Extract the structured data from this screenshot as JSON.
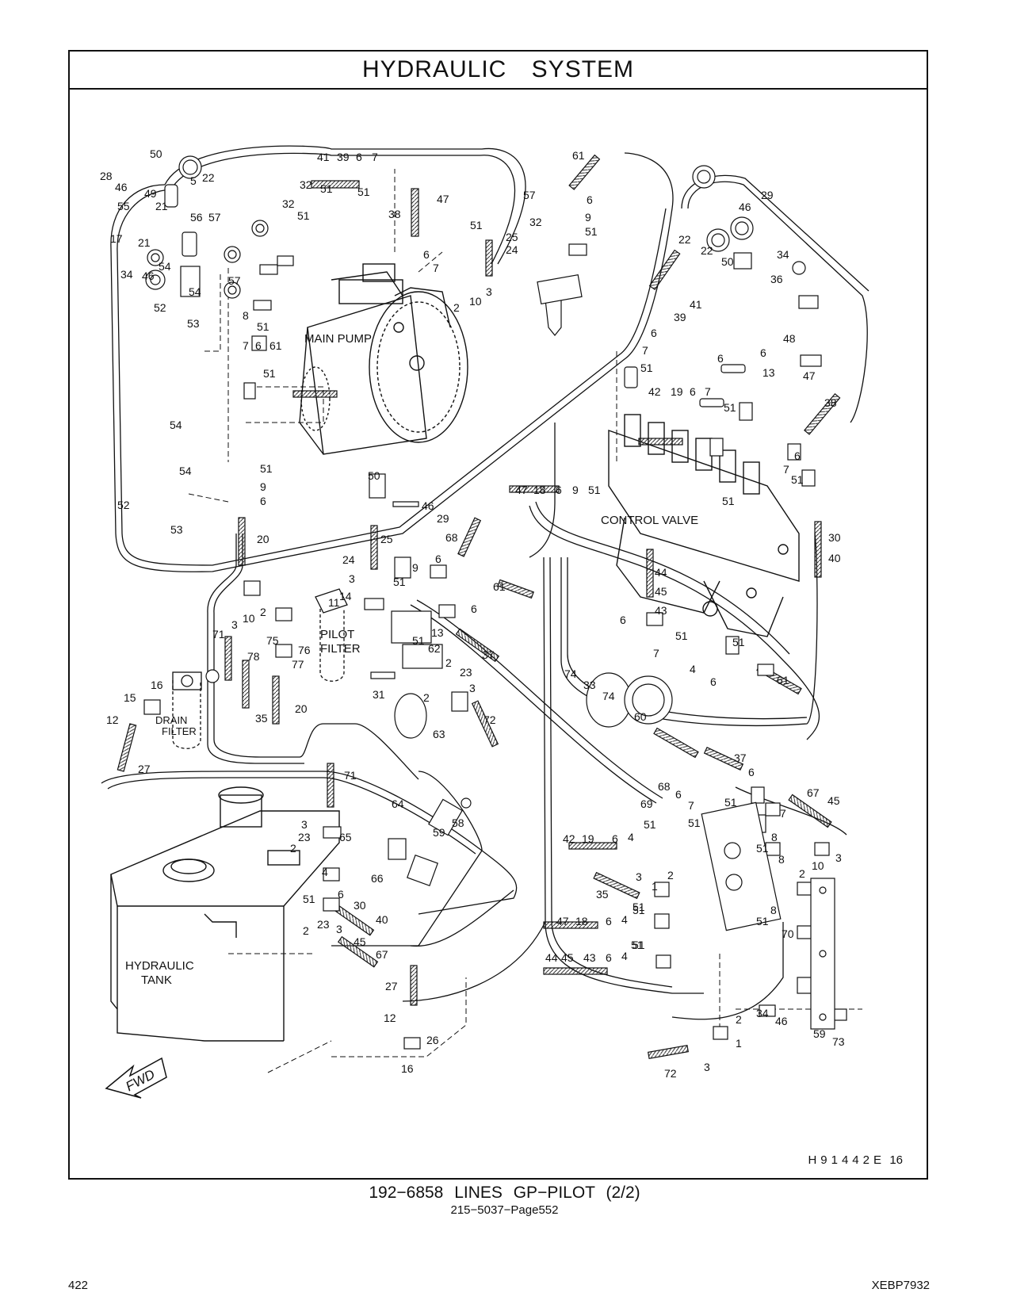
{
  "page": {
    "title": "HYDRAULIC   SYSTEM",
    "figure_code": "H91442E",
    "figure_number": "16",
    "caption_main": "192−6858   LINES  GP−PILOT (2/2)",
    "caption_sub": "215−5037−Page552",
    "page_number": "422",
    "document_code": "XEBP7932"
  },
  "components": {
    "main_pump": "MAIN PUMP",
    "control_valve": "CONTROL VALVE",
    "pilot_filter": [
      "PILOT",
      "FILTER"
    ],
    "drain_filter": [
      "DRAIN",
      "FILTER"
    ],
    "hydraulic_tank": [
      "HYDRAULIC",
      "TANK"
    ],
    "fwd_arrow": "FWD"
  },
  "callouts": {
    "c1": "50",
    "c2": "28",
    "c3": "46",
    "c4": "5",
    "c5": "22",
    "c6": "41",
    "c7": "39",
    "c8": "6",
    "c9": "7",
    "c10": "51",
    "c11": "47",
    "c12": "38",
    "c13": "61",
    "c14": "57",
    "c15": "6",
    "c16": "32",
    "c17": "9",
    "c18": "51",
    "c19": "29",
    "c20": "46",
    "c21": "22",
    "c22": "22",
    "c23": "50",
    "c24": "34",
    "c25": "36",
    "c26": "49",
    "c27": "55",
    "c28": "21",
    "c29": "17",
    "c30": "56",
    "c31": "57",
    "c32": "32",
    "c33": "51",
    "c34": "21",
    "c35": "34",
    "c36": "46",
    "c37": "54",
    "c38": "54",
    "c39": "57",
    "c40": "32",
    "c41": "51",
    "c42": "51",
    "c43": "25",
    "c44": "24",
    "c45": "6",
    "c46": "7",
    "c47": "3",
    "c48": "2",
    "c49": "10",
    "c50": "52",
    "c51": "53",
    "c52": "8",
    "c53": "51",
    "c54": "7",
    "c55": "6",
    "c56": "61",
    "c57": "51",
    "c58": "41",
    "c59": "39",
    "c60": "6",
    "c61": "7",
    "c62": "51",
    "c63": "48",
    "c64": "6",
    "c65": "6",
    "c66": "13",
    "c67": "42",
    "c68": "19",
    "c69": "6",
    "c70": "7",
    "c71": "51",
    "c72": "47",
    "c73": "38",
    "c74": "54",
    "c75": "54",
    "c76": "51",
    "c77": "9",
    "c78": "6",
    "c79": "52",
    "c80": "53",
    "c81": "20",
    "c82": "50",
    "c83": "46",
    "c84": "29",
    "c85": "47",
    "c86": "18",
    "c87": "6",
    "c88": "9",
    "c89": "51",
    "c90": "51",
    "c91": "6",
    "c92": "7",
    "c93": "51",
    "c94": "30",
    "c95": "40",
    "c96": "25",
    "c97": "24",
    "c98": "68",
    "c99": "3",
    "c100": "9",
    "c101": "6",
    "c102": "51",
    "c103": "61",
    "c104": "14",
    "c105": "11",
    "c106": "10",
    "c107": "2",
    "c108": "3",
    "c109": "71",
    "c110": "75",
    "c111": "51",
    "c112": "13",
    "c113": "6",
    "c114": "44",
    "c115": "45",
    "c116": "43",
    "c117": "6",
    "c118": "7",
    "c119": "51",
    "c120": "51",
    "c121": "78",
    "c122": "76",
    "c123": "77",
    "c124": "62",
    "c125": "2",
    "c126": "37",
    "c127": "23",
    "c128": "3",
    "c129": "74",
    "c130": "33",
    "c131": "74",
    "c132": "60",
    "c133": "4",
    "c134": "6",
    "c135": "61",
    "c136": "16",
    "c137": "15",
    "c138": "12",
    "c139": "35",
    "c140": "20",
    "c141": "31",
    "c142": "2",
    "c143": "72",
    "c144": "63",
    "c145": "27",
    "c146": "71",
    "c147": "37",
    "c148": "6",
    "c149": "68",
    "c150": "6",
    "c151": "69",
    "c152": "7",
    "c153": "51",
    "c154": "7",
    "c155": "67",
    "c156": "45",
    "c157": "64",
    "c158": "58",
    "c159": "59",
    "c160": "3",
    "c161": "65",
    "c162": "23",
    "c163": "2",
    "c164": "66",
    "c165": "51",
    "c166": "42",
    "c167": "19",
    "c168": "6",
    "c169": "4",
    "c170": "51",
    "c171": "8",
    "c172": "51",
    "c173": "8",
    "c174": "2",
    "c175": "10",
    "c176": "3",
    "c177": "4",
    "c178": "6",
    "c179": "51",
    "c180": "23",
    "c181": "30",
    "c182": "40",
    "c183": "2",
    "c184": "3",
    "c185": "45",
    "c186": "67",
    "c187": "35",
    "c188": "3",
    "c189": "1",
    "c190": "2",
    "c191": "51",
    "c192": "51",
    "c193": "8",
    "c194": "70",
    "c195": "47",
    "c196": "18",
    "c197": "6",
    "c198": "4",
    "c199": "51",
    "c200": "51",
    "c201": "44",
    "c202": "45",
    "c203": "43",
    "c204": "6",
    "c205": "4",
    "c206": "51",
    "c207": "27",
    "c208": "12",
    "c209": "26",
    "c210": "16",
    "c211": "34",
    "c212": "46",
    "c213": "59",
    "c214": "73",
    "c215": "2",
    "c216": "1",
    "c217": "3",
    "c218": "72"
  }
}
